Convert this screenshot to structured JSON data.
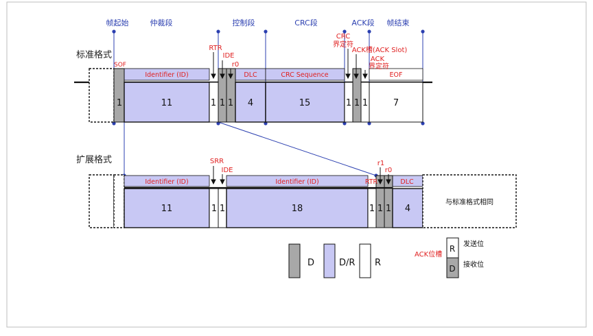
{
  "phases": [
    "帧起始",
    "仲裁段",
    "控制段",
    "CRC段",
    "ACK段",
    "帧结束"
  ],
  "rows": {
    "standard": "标准格式",
    "extended": "扩展格式"
  },
  "standard_fields": {
    "sof": "SOF",
    "identifier": "Identifier (ID)",
    "rtr": "RTR",
    "ide": "IDE",
    "r0": "r0",
    "dlc": "DLC",
    "crc_sequence": "CRC Sequence",
    "crc_delim_line1": "CRC",
    "crc_delim_line2": "界定符",
    "ack_slot": "ACK槽(ACK Slot)",
    "ack_delim_line1": "ACK",
    "ack_delim_line2": "界定符",
    "eof": "EOF"
  },
  "standard_bits": {
    "sof": "1",
    "identifier": "11",
    "rtr": "1",
    "ide": "1",
    "r0": "1",
    "dlc": "4",
    "crc": "15",
    "crc_delim": "1",
    "ack_slot": "1",
    "ack_delim": "1",
    "eof": "7"
  },
  "extended_fields": {
    "identifier_a": "Identifier (ID)",
    "srr": "SRR",
    "ide": "IDE",
    "identifier_b": "Identifier (ID)",
    "rtr": "RTR",
    "r1": "r1",
    "r0": "r0",
    "dlc": "DLC",
    "same_as_standard": "与标准格式相同"
  },
  "extended_bits": {
    "identifier_a": "11",
    "srr": "1",
    "ide": "1",
    "identifier_b": "18",
    "rtr": "1",
    "r1": "1",
    "r0": "1",
    "dlc": "4"
  },
  "legend": {
    "d": "D",
    "dr": "D/R",
    "r": "R",
    "ack_slot_label": "ACK位槽",
    "send_bit": "发送位",
    "recv_bit": "接收位",
    "r_cell": "R",
    "d_cell": "D"
  },
  "colors": {
    "dominant": "#a8a8a8",
    "dominant_or_recessive": "#c8c8f4",
    "recessive": "#ffffff",
    "label_red": "#e02020",
    "marker_blue": "#2b3fb0"
  }
}
